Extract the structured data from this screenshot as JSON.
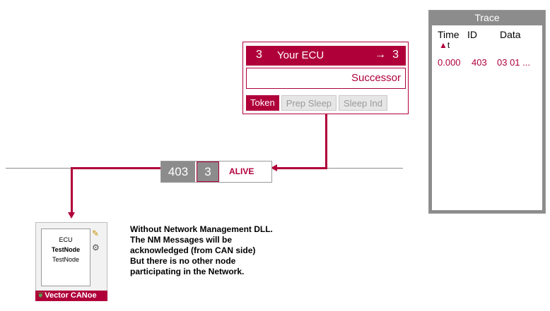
{
  "ecu": {
    "node_number": "3",
    "name": "Your ECU",
    "arrow": "→",
    "successor_number": "3",
    "successor_label": "Successor",
    "tabs": [
      {
        "label": "Token",
        "active": true
      },
      {
        "label": "Prep Sleep",
        "active": false
      },
      {
        "label": "Sleep Ind",
        "active": false
      }
    ]
  },
  "message": {
    "id": "403",
    "node": "3",
    "state": "ALIVE"
  },
  "trace": {
    "title": "Trace",
    "columns": [
      "Time",
      "ID",
      "Data"
    ],
    "sort_indicator": "▲",
    "sort_label": "t",
    "rows": [
      {
        "time": "0.000",
        "id": "403",
        "data": "03 01 ..."
      }
    ]
  },
  "node": {
    "line1": "ECU",
    "line2": "TestNode",
    "line3": "TestNode",
    "app_label": "Vector CANoe"
  },
  "description": [
    "Without Network Management DLL.",
    "The NM Messages will be",
    "acknowledged (from CAN side)",
    "But there is no other node",
    "participating in the Network."
  ],
  "colors": {
    "accent": "#b0003a",
    "grey": "#8c8c8c"
  }
}
